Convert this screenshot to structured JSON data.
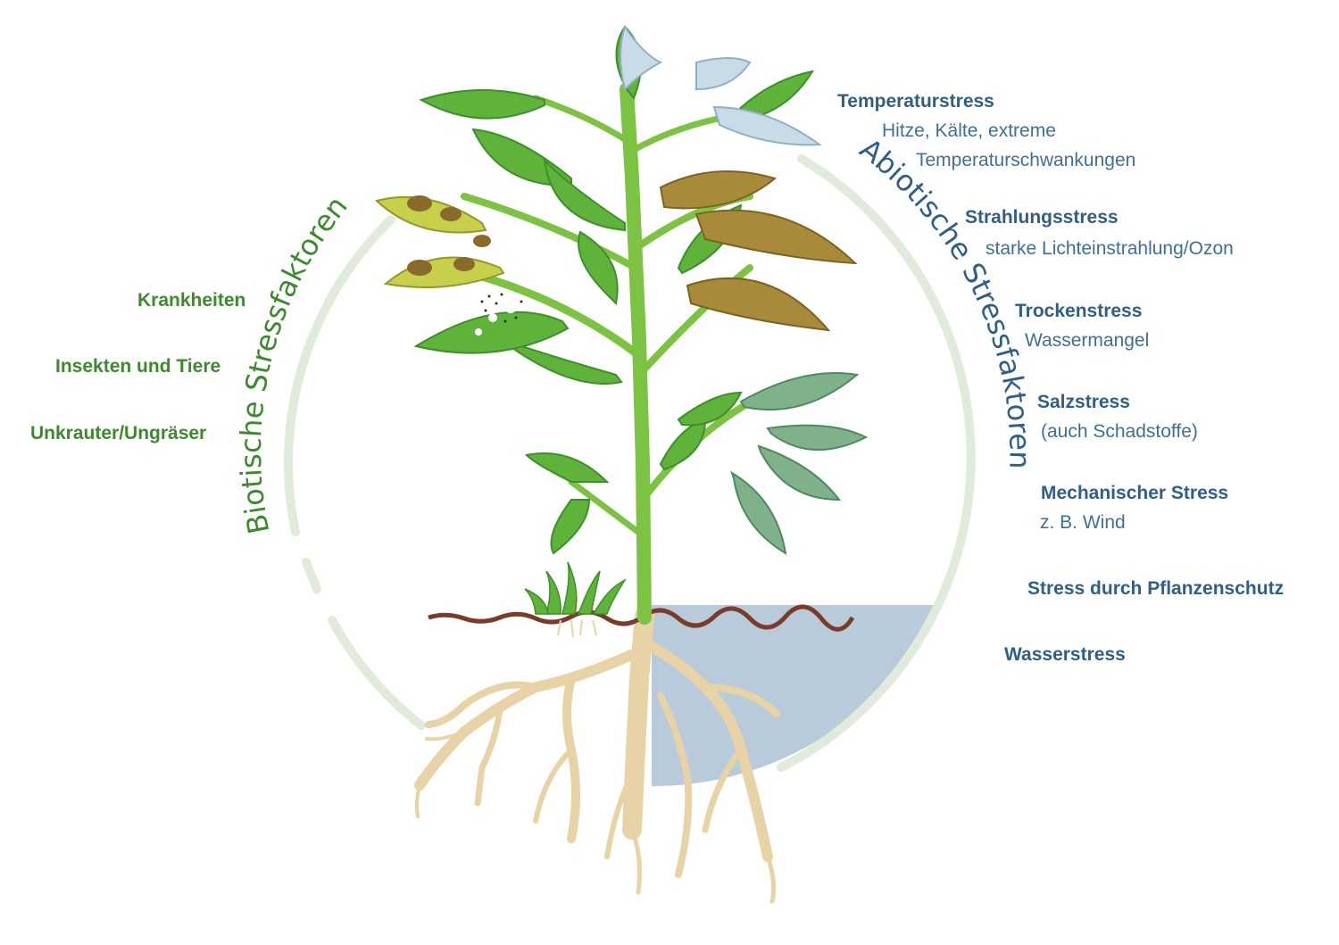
{
  "biotic": {
    "title": "Biotische Stressfaktoren",
    "color": "#3c8a2c",
    "items": [
      "Krankheiten",
      "Insekten und Tiere",
      "Unkrauter/Ungräser"
    ]
  },
  "abiotic": {
    "title": "Abiotische Stressfaktoren",
    "color": "#2f5f88",
    "groups": [
      {
        "heading": "Temperaturstress",
        "lines": [
          "Hitze, Kälte, extreme",
          "Temperaturschwankungen"
        ]
      },
      {
        "heading": "Strahlungsstress",
        "lines": [
          "starke Lichteinstrahlung/Ozon"
        ]
      },
      {
        "heading": "Trockenstress",
        "lines": [
          "Wassermangel"
        ]
      },
      {
        "heading": "Salzstress",
        "lines": [
          "(auch Schadstoffe)"
        ]
      },
      {
        "heading": "Mechanischer Stress",
        "lines": [
          "z. B. Wind"
        ]
      },
      {
        "heading": "Stress durch Pflanzenschutz",
        "lines": []
      },
      {
        "heading": "Wasserstress",
        "lines": []
      }
    ]
  },
  "colors": {
    "ring": "#e1ebdc",
    "leaf": "#5fb33a",
    "leaf_dark": "#3d8f2a",
    "stem": "#7cc243",
    "diseased_leaf": "#c8cf4a",
    "dry_leaf": "#a98a3a",
    "frost": "#c9dbe6",
    "soil": "#7a3b2a",
    "root": "#e7d3a5",
    "water": "#b9cadb"
  }
}
